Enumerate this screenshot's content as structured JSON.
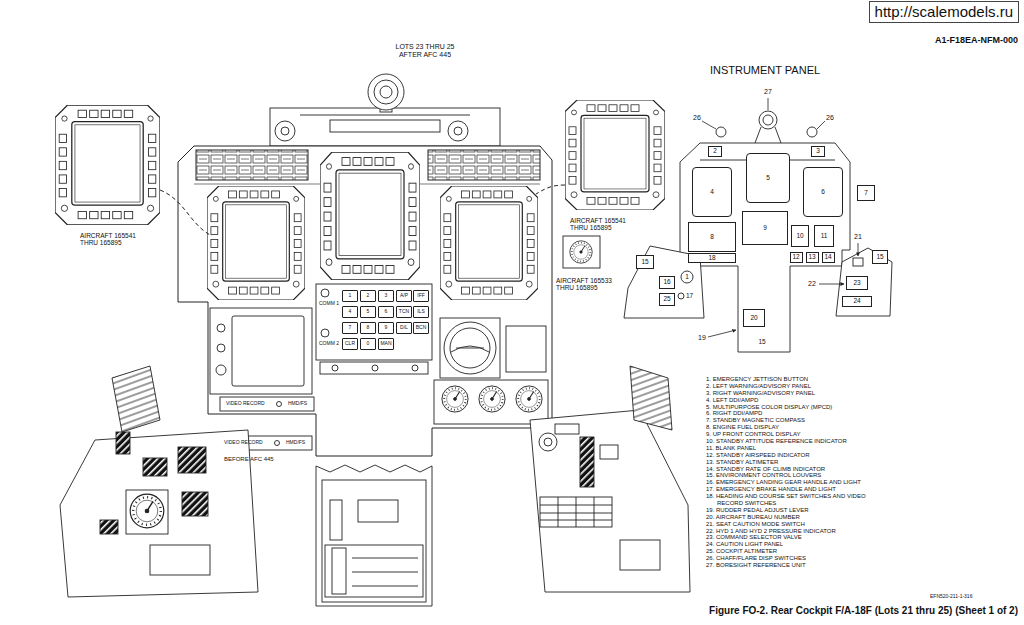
{
  "diagram": {
    "caption": "Figure FO-2. Rear Cockpit F/A-18F (Lots 21 thru 25) (Sheet 1 of 2)",
    "nodes": [
      {
        "text": [
          "2"
        ]
      },
      {
        "text": [
          "3"
        ]
      },
      {
        "text": [
          "5"
        ]
      },
      {
        "text": [
          "4"
        ]
      },
      {
        "text": [
          "6"
        ]
      },
      {
        "text": [
          "7"
        ]
      },
      {
        "text": [
          "9"
        ]
      },
      {
        "text": [
          "10"
        ]
      },
      {
        "text": [
          "11"
        ]
      },
      {
        "text": [
          "8"
        ]
      },
      {
        "text": [
          "12"
        ]
      },
      {
        "text": [
          "13"
        ]
      },
      {
        "text": [
          "14"
        ]
      },
      {
        "text": [
          "15"
        ]
      },
      {
        "text": [
          "15"
        ]
      },
      {
        "text": [
          "18"
        ]
      },
      {
        "text": [
          "16"
        ]
      },
      {
        "text": [
          "23"
        ]
      },
      {
        "text": [
          "25"
        ]
      },
      {
        "text": [
          "24"
        ]
      },
      {
        "text": [
          "20"
        ]
      },
      {
        "text": [
          "1"
        ]
      },
      {
        "text": [
          "2"
        ]
      },
      {
        "text": [
          "3"
        ]
      },
      {
        "text": [
          "A/P"
        ]
      },
      {
        "text": [
          "IFF"
        ]
      },
      {
        "text": [
          "4"
        ]
      },
      {
        "text": [
          "5"
        ]
      },
      {
        "text": [
          "6"
        ]
      },
      {
        "text": [
          "TCN"
        ]
      },
      {
        "text": [
          "ILS"
        ]
      },
      {
        "text": [
          "7"
        ]
      },
      {
        "text": [
          "8"
        ]
      },
      {
        "text": [
          "9"
        ]
      },
      {
        "text": [
          "D/L"
        ]
      },
      {
        "text": [
          "BCN"
        ]
      },
      {
        "text": [
          "CLR"
        ]
      },
      {
        "text": [
          "0"
        ]
      },
      {
        "text": [
          "MAN"
        ]
      }
    ],
    "labels": [
      "http://scalemodels.ru",
      "A1-F18EA-NFM-000",
      "LOTS 23 THRU 25 AFTER AFC 445",
      "AIRCRAFT 165541 THRU 165895",
      "AIRCRAFT 165541 THRU 165895",
      "AIRCRAFT 165533 THRU 165895",
      "INSTRUMENT PANEL",
      "27",
      "26",
      "26",
      "1",
      "17",
      "21",
      "22",
      "19",
      "15",
      "COMM 1",
      "COMM 2",
      "VIDEO RECORD",
      "HMD/FS",
      "VIDEO RECORD",
      "HMD/FS",
      "BEFORE AFC 445",
      "EFN520-211-1-316",
      "1. EMERGENCY JETTISON BUTTON",
      "2. LEFT WARNING/ADVISORY PANEL",
      "3. RIGHT WARNING/ADVISORY PANEL",
      "4. LEFT DDI/AMPD",
      "5. MULTIPURPOSE COLOR DISPLAY (MPCD)",
      "6. RIGHT DDI/AMPD",
      "7. STANDBY MAGNETIC COMPASS",
      "8. ENGINE FUEL DISPLAY",
      "9. UP FRONT CONTROL DISPLAY",
      "10. STANDBY ATTITUDE REFERENCE INDICATOR",
      "11. BLANK PANEL",
      "12. STANDBY AIRSPEED INDICATOR",
      "13. STANDBY ALTIMETER",
      "14. STANDBY RATE OF CLIMB INDICATOR",
      "15. ENVIRONMENT CONTROL LOUVERS",
      "16. EMERGENCY LANDING GEAR HANDLE AND LIGHT",
      "17. EMERGENCY BRAKE HANDLE AND LIGHT",
      "18. HEADING AND COURSE SET SWITCHES AND VIDEO RECORD SWITCHES",
      "19. RUDDER PEDAL ADJUST LEVER",
      "20. AIRCRAFT BUREAU NUMBER",
      "21. SEAT CAUTION MODE SWITCH",
      "22. HYD 1 AND HYD 2 PRESSURE INDICATOR",
      "23. COMMAND SELECTOR VALVE",
      "24. CAUTION LIGHT PANEL",
      "25. COCKPIT ALTIMETER",
      "26. CHAFF/FLARE DISP SWITCHES",
      "27. BORESIGHT REFERENCE UNIT"
    ]
  }
}
